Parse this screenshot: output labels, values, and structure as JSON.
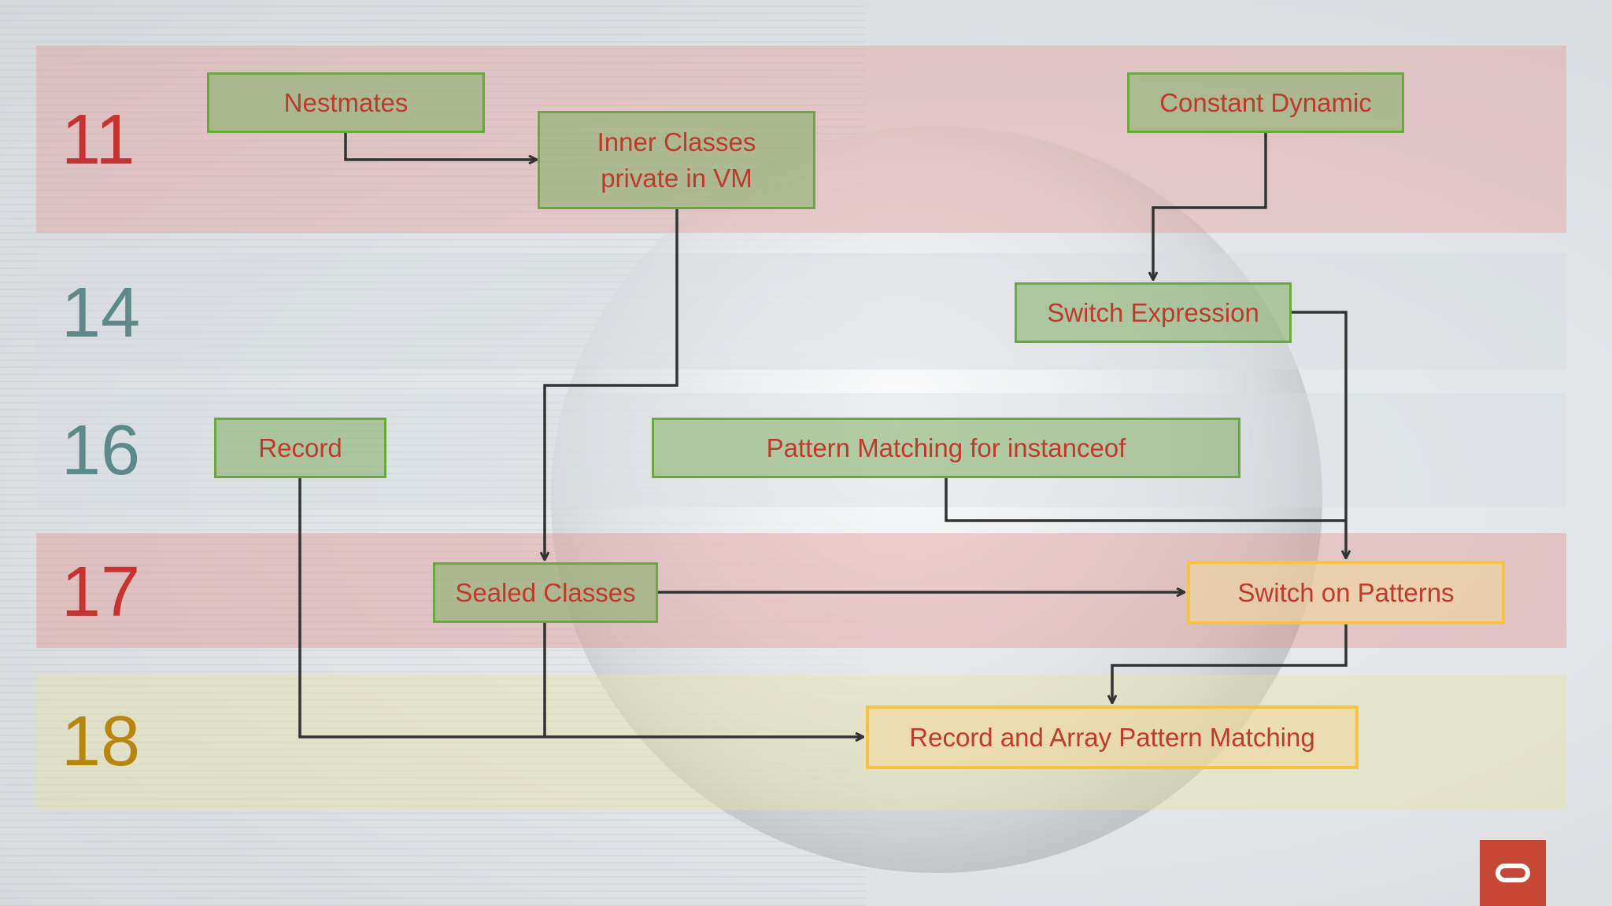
{
  "versions": {
    "v11": "11",
    "v14": "14",
    "v16": "16",
    "v17": "17",
    "v18": "18"
  },
  "nodes": {
    "nestmates": "Nestmates",
    "inner_line1": "Inner Classes",
    "inner_line2": "private in VM",
    "constant_dynamic": "Constant Dynamic",
    "switch_expression": "Switch Expression",
    "record": "Record",
    "pattern_instanceof": "Pattern Matching for instanceof",
    "sealed_classes": "Sealed Classes",
    "switch_on_patterns": "Switch on Patterns",
    "record_array_pattern": "Record and Array Pattern Matching"
  },
  "colors": {
    "node_text": "#c0392b",
    "green_border": "#6aaa3a",
    "yellow_border": "#f5c542",
    "band_red": "#e69696",
    "band_yellow": "#ebe1a0",
    "version_red": "#c8322f",
    "version_teal": "#5d8a88",
    "version_gold": "#b8860b",
    "logo": "#c74634"
  },
  "logo": {
    "icon": "oracle-logo-icon"
  }
}
